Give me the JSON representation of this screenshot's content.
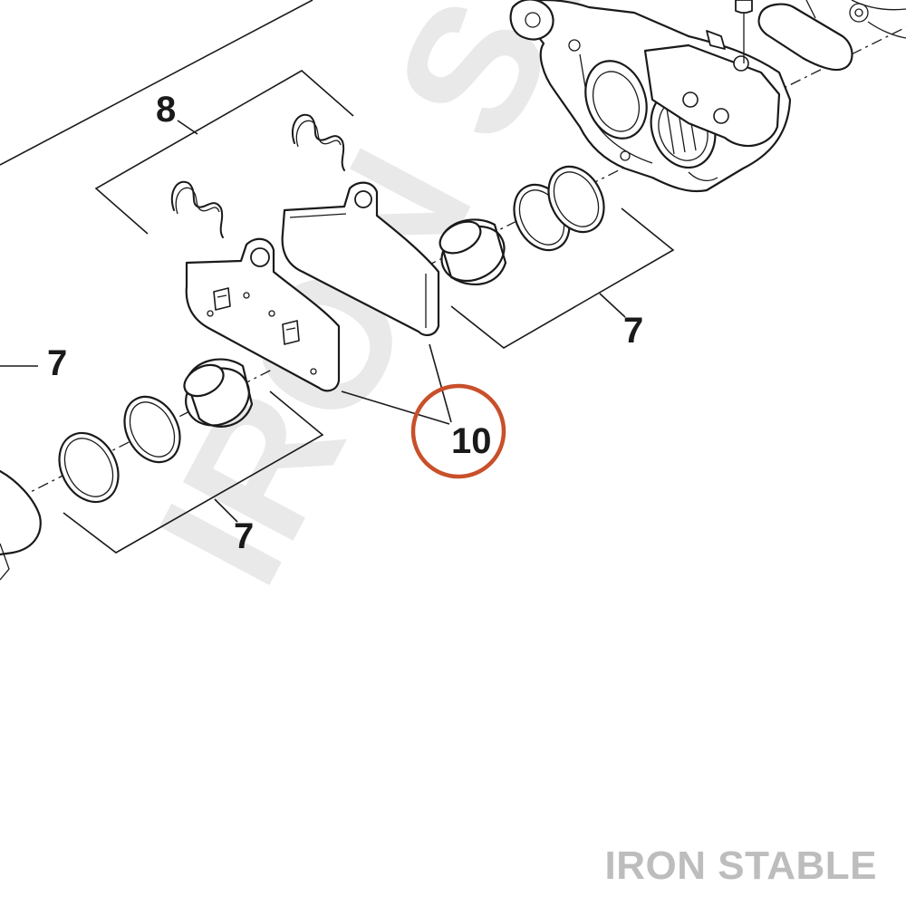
{
  "callouts": {
    "c8": "8",
    "c7_left": "7",
    "c7_lower": "7",
    "c7_right": "7",
    "c10": "10"
  },
  "watermark": "IRON STABLE",
  "brand": "IRON STABLE",
  "colors": {
    "ink": "#1a1a1a",
    "highlight_circle": "#c8502a",
    "watermark": "#e9e9e9",
    "brand": "#bdbdbd"
  },
  "highlighted_callout": "10"
}
